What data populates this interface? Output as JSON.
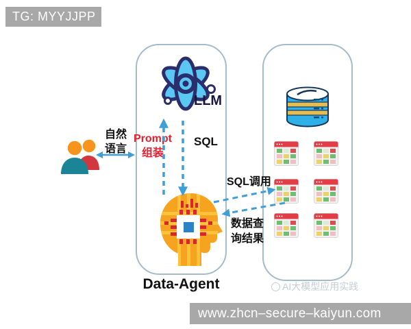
{
  "header": {
    "tg_badge": "TG: MYYJJPP"
  },
  "footer": {
    "url_badge": "www.zhcn–secure–kaiyun.com"
  },
  "diagram": {
    "left_container": {
      "llm_label": "LLM",
      "prompt_line1": "Prompt",
      "prompt_line2": "组装",
      "sql_label": "SQL",
      "caption": "Data-Agent"
    },
    "user_side": {
      "nl_line1": "自然",
      "nl_line2": "语言"
    },
    "middle": {
      "sql_call_label": "SQL调用",
      "result_line1": "数据查",
      "result_line2": "询结果"
    },
    "watermark": "AI大模型应用实践",
    "icons": {
      "atom": "atom-icon",
      "head": "brain-chip-head-icon",
      "users": "users-icon",
      "database": "database-icon",
      "table": "table-icon"
    },
    "colors": {
      "arrow_blue": "#3f9ed8",
      "prompt_red": "#e51f2f",
      "badge_gray": "#a8a8a8",
      "container_border": "#a3bcc8",
      "atom_navy": "#2b2e6d",
      "atom_cyan": "#5ac8f2",
      "head_orange": "#f6a41f",
      "db_blue": "#2fb1e8",
      "db_gold": "#e5bd50",
      "table_red": "#e23c46"
    }
  }
}
